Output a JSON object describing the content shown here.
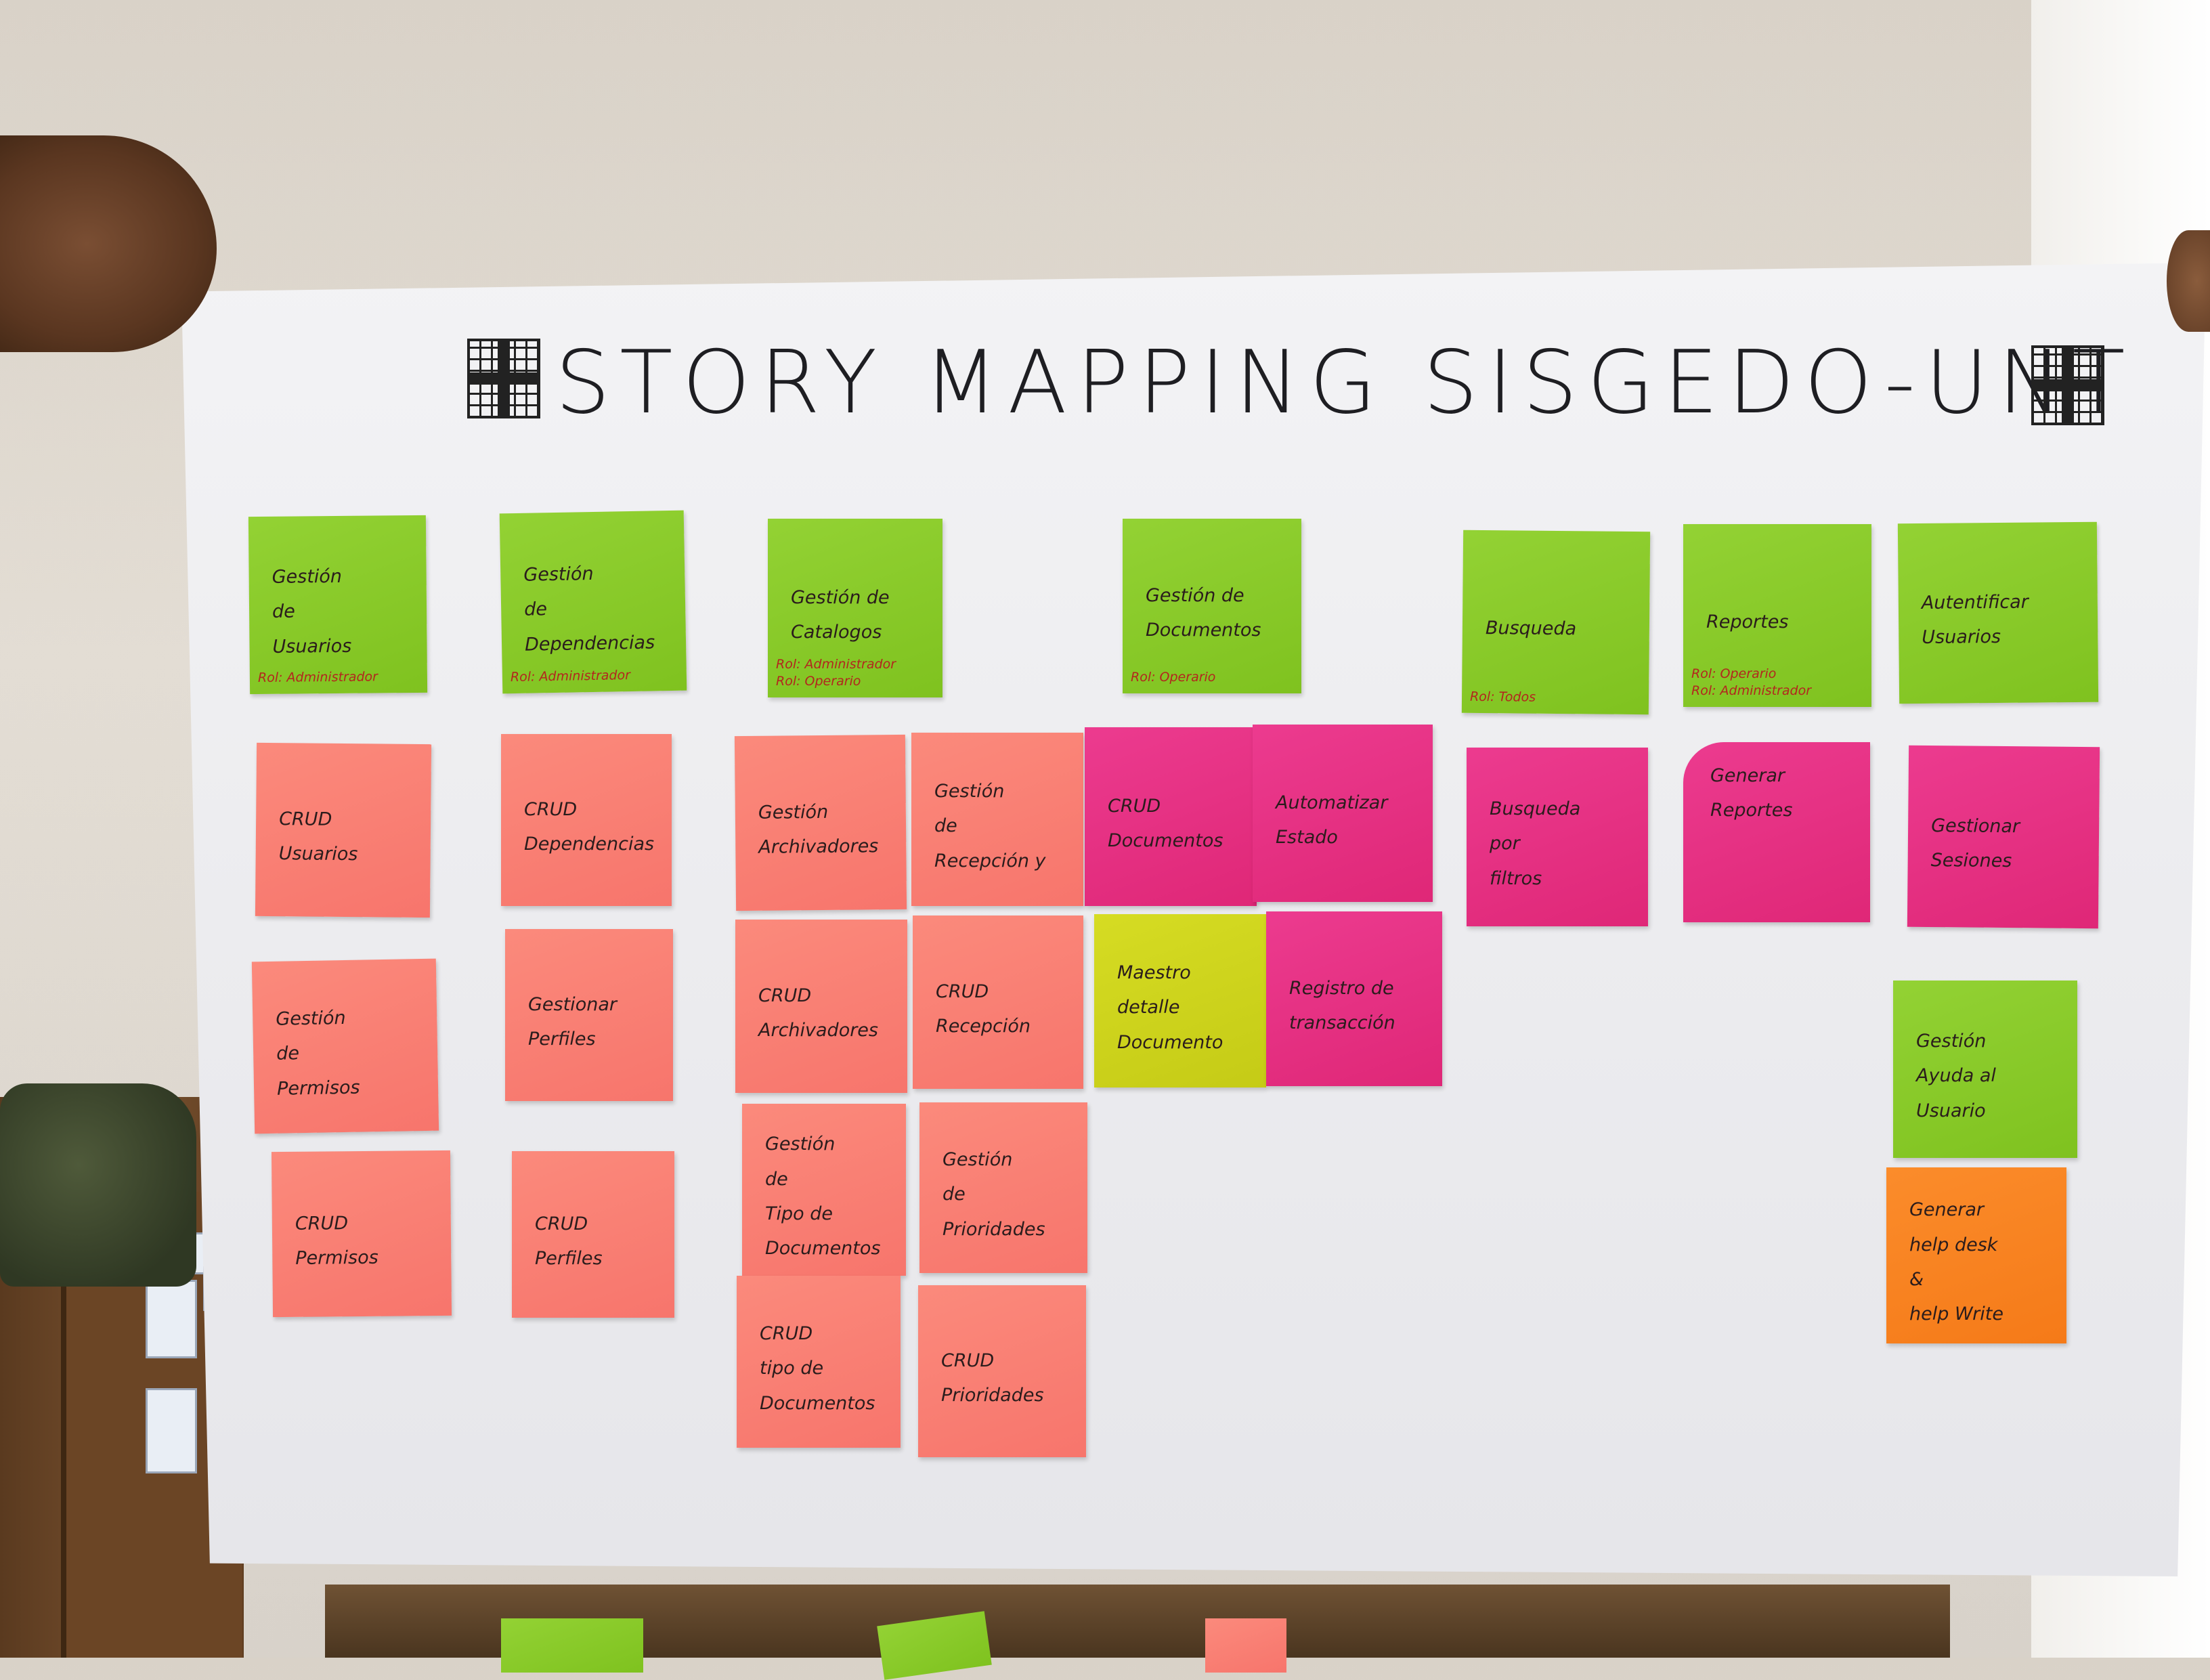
{
  "poster": {
    "title": "STORY MAPPING SISGEDO-UNT"
  },
  "colors": {
    "green": "#8bcb2a",
    "salmon": "#f97f73",
    "pink": "#e53184",
    "yellow": "#cdd31c",
    "orange": "#f88420"
  },
  "notes": {
    "n1": {
      "label": "Gestión\nde\nUsuarios",
      "role": "Rol: Administrador"
    },
    "n2": {
      "label": "Gestión\nde\nDependencias",
      "role": "Rol: Administrador"
    },
    "n3": {
      "label": "Gestión de\nCatalogos",
      "role": "Rol: Administrador\nRol: Operario"
    },
    "n4": {
      "label": "Gestión de\nDocumentos",
      "role": "Rol: Operario"
    },
    "n5": {
      "label": "Busqueda",
      "role": "Rol: Todos"
    },
    "n6": {
      "label": "Reportes",
      "role": "Rol: Operario\nRol: Administrador"
    },
    "n7": {
      "label": "Autentificar\nUsuarios"
    },
    "n8": {
      "label": "CRUD\nUsuarios"
    },
    "n9": {
      "label": "CRUD\nDependencias"
    },
    "n10": {
      "label": "Gestión\nArchivadores"
    },
    "n11": {
      "label": "Gestión\nde\nRecepción y"
    },
    "n12": {
      "label": "CRUD\nDocumentos"
    },
    "n13": {
      "label": "Automatizar\nEstado"
    },
    "n14": {
      "label": "Busqueda\npor\nfiltros"
    },
    "n15": {
      "label": "Generar Reportes"
    },
    "n16": {
      "label": "Gestionar\nSesiones"
    },
    "n17": {
      "label": "Gestión\nde\nPermisos"
    },
    "n18": {
      "label": "Gestionar\nPerfiles"
    },
    "n19": {
      "label": "CRUD\nArchivadores"
    },
    "n20": {
      "label": "CRUD\nRecepción"
    },
    "n21": {
      "label": "Maestro detalle\nDocumento"
    },
    "n22": {
      "label": "Registro de\ntransacción"
    },
    "n23": {
      "label": "Gestión\nAyuda al\nUsuario"
    },
    "n24": {
      "label": "CRUD\nPermisos"
    },
    "n25": {
      "label": "CRUD\nPerfiles"
    },
    "n26": {
      "label": "Gestión\nde\nTipo de Documentos"
    },
    "n27": {
      "label": "Gestión\nde\nPrioridades"
    },
    "n28": {
      "label": "Generar\nhelp desk\n&\nhelp Write"
    },
    "n29": {
      "label": "CRUD\ntipo de\nDocumentos"
    },
    "n30": {
      "label": "CRUD\nPrioridades"
    }
  }
}
